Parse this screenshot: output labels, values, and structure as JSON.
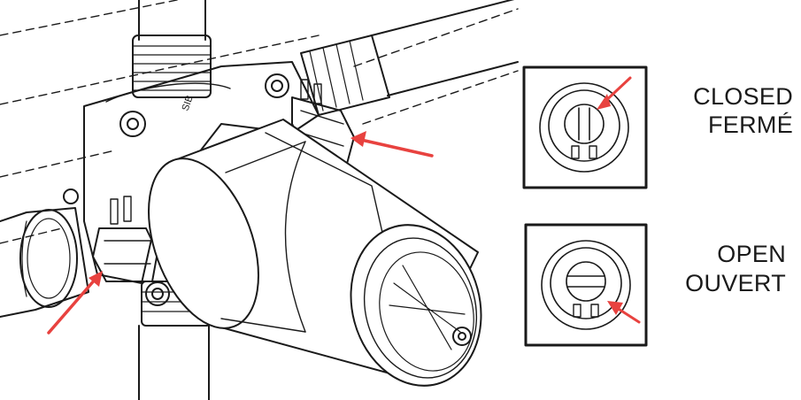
{
  "labels": {
    "closed_en": "CLOSED",
    "closed_fr": "FERMÉ",
    "open_en": "OPEN",
    "open_fr": "OUVERT"
  },
  "valve_body_marking": "SIB",
  "colors": {
    "line": "#1a1a1a",
    "arrow": "#e8423f",
    "background": "#ffffff"
  }
}
